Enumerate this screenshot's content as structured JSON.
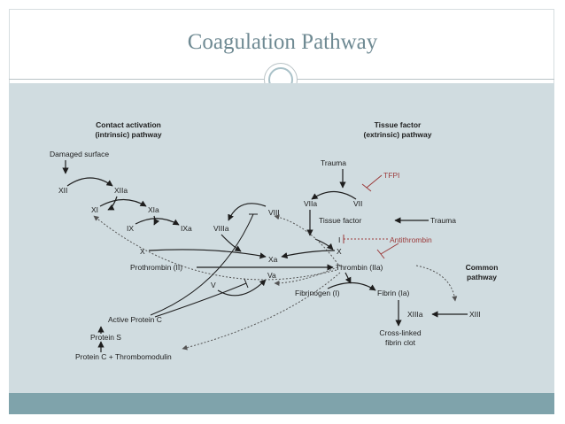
{
  "slide": {
    "title": "Coagulation Pathway"
  },
  "diagram": {
    "headings": {
      "intrinsic_1": "Contact activation",
      "intrinsic_2": "(intrinsic) pathway",
      "extrinsic_1": "Tissue factor",
      "extrinsic_2": "(extrinsic) pathway",
      "common_1": "Common",
      "common_2": "pathway"
    },
    "labels": {
      "damaged_surface": "Damaged surface",
      "xii": "XII",
      "xiia": "XIIa",
      "xi": "XI",
      "xia": "XIa",
      "ix": "IX",
      "ixa": "IXa",
      "viiia": "VIIIa",
      "viii": "VIII",
      "x_left": "X",
      "xa": "Xa",
      "x_right": "X",
      "prothrombin": "Prothrombin (II)",
      "thrombin": "Thrombin (IIa)",
      "v": "V",
      "va": "Va",
      "fibrinogen": "Fibrinogen (I)",
      "fibrin": "Fibrin (Ia)",
      "xiiia": "XIIIa",
      "xiii": "XIII",
      "crosslinked_1": "Cross-linked",
      "crosslinked_2": "fibrin clot",
      "trauma_top": "Trauma",
      "tfpi": "TFPI",
      "viia": "VIIa",
      "vii": "VII",
      "tissue_factor": "Tissue factor",
      "trauma_right": "Trauma",
      "antithrombin": "Antithrombin",
      "inhibitor_i": "I",
      "active_protein_c": "Active Protein C",
      "protein_s": "Protein S",
      "protein_c_thrombomodulin": "Protein C + Thrombomodulin"
    },
    "colors": {
      "inhibitor": "#9b3a3a",
      "arrow": "#1e1e1e",
      "feedback": "#555555"
    }
  }
}
